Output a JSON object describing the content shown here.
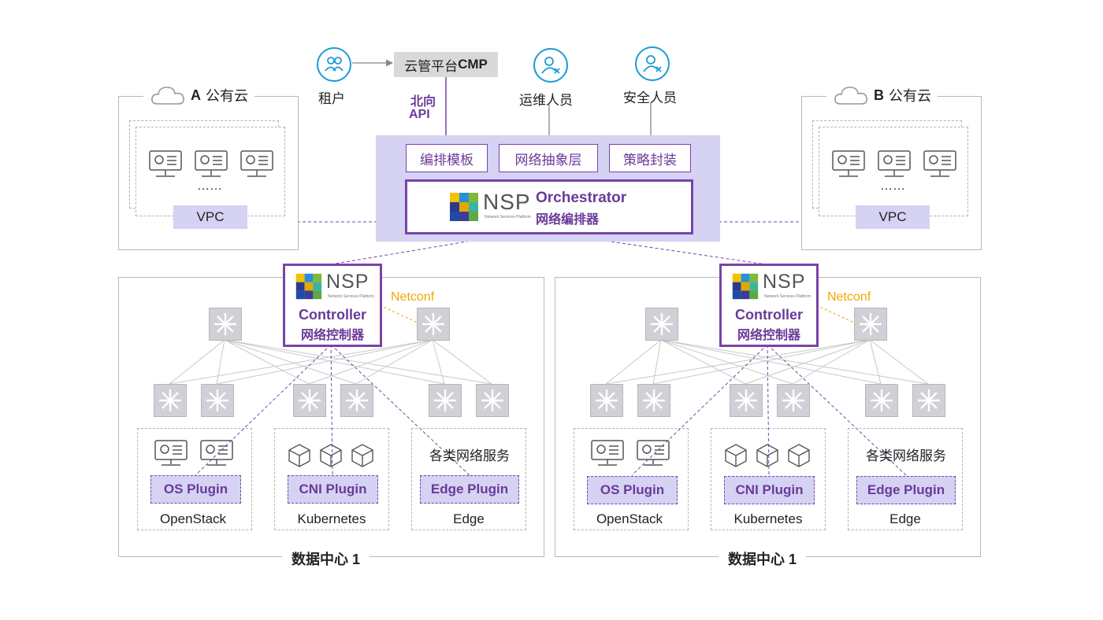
{
  "top": {
    "tenant_label": "租户",
    "cmp_label_cn": "云管平台",
    "cmp_label_en": "CMP",
    "north_api_line1": "北向",
    "north_api_line2": "API",
    "ops_label": "运维人员",
    "security_label": "安全人员"
  },
  "orchestrator": {
    "modules": [
      "编排模板",
      "网络抽象层",
      "策略封装"
    ],
    "nsp_logo": "NSP",
    "nsp_sub": "Network Services Platform",
    "title": "Orchestrator",
    "subtitle": "网络编排器"
  },
  "clouds": {
    "a_letter": "A",
    "a_label": "公有云",
    "b_letter": "B",
    "b_label": "公有云",
    "vpc_label": "VPC",
    "ellipsis": "……"
  },
  "datacenters": [
    {
      "title": "数据中心 1",
      "controller_title": "Controller",
      "controller_sub": "网络控制器",
      "nsp_logo": "NSP",
      "nsp_sub": "Network Services Platform",
      "netconf": "Netconf",
      "groups": [
        {
          "plugin": "OS Plugin",
          "name": "OpenStack"
        },
        {
          "plugin": "CNI Plugin",
          "name": "Kubernetes"
        },
        {
          "plugin": "Edge Plugin",
          "name": "Edge",
          "extra": "各类网络服务"
        }
      ]
    },
    {
      "title": "数据中心 1",
      "controller_title": "Controller",
      "controller_sub": "网络控制器",
      "nsp_logo": "NSP",
      "nsp_sub": "Network Services Platform",
      "netconf": "Netconf",
      "groups": [
        {
          "plugin": "OS Plugin",
          "name": "OpenStack"
        },
        {
          "plugin": "CNI Plugin",
          "name": "Kubernetes"
        },
        {
          "plugin": "Edge Plugin",
          "name": "Edge",
          "extra": "各类网络服务"
        }
      ]
    }
  ],
  "colors": {
    "accent_purple": "#7a43a8",
    "light_purple": "#d5d2f4",
    "icon_blue": "#1a9bd6",
    "netconf_orange": "#f0a800"
  }
}
